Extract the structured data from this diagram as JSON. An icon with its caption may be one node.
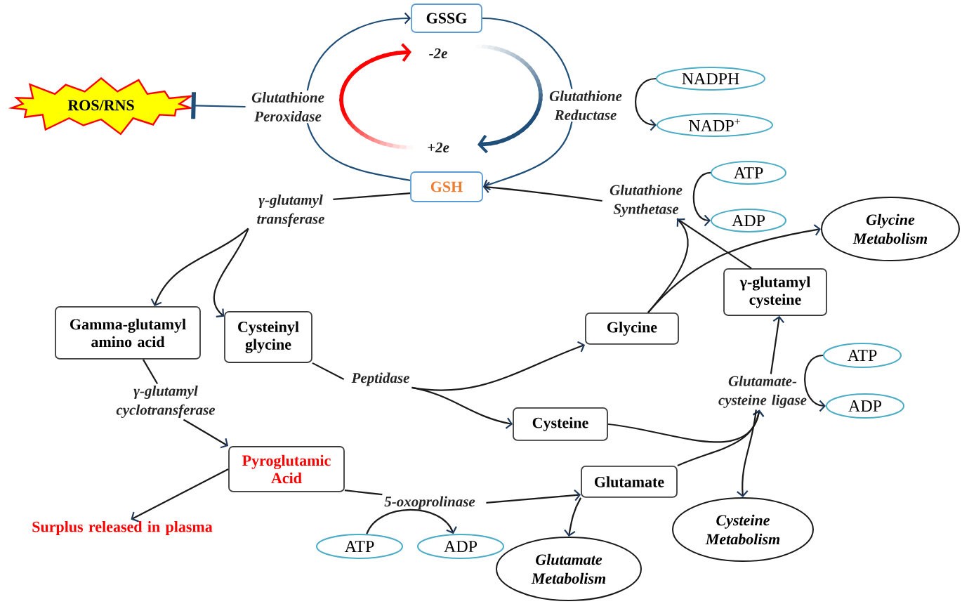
{
  "diagram": {
    "nodes": [
      {
        "text": [
          "GSSG"
        ]
      },
      {
        "text": [
          "ROS/RNS"
        ]
      },
      {
        "text": [
          "Glutathione Peroxidase"
        ]
      },
      {
        "text": [
          "Glutathione Reductase"
        ]
      },
      {
        "text": [
          "NADPH"
        ]
      },
      {
        "text": [
          "NADP$^{+}$"
        ]
      },
      {
        "text": [
          "GSH"
        ]
      },
      {
        "text": [
          "ATP"
        ]
      },
      {
        "text": [
          "ADP"
        ]
      },
      {
        "text": [
          "Glutathione Synthetase"
        ]
      },
      {
        "text": [
          "Glycine Metabolism"
        ]
      },
      {
        "text": [
          "γ-glutamyl transferase"
        ]
      },
      {
        "text": [
          "γ-glutamyl cysteine"
        ]
      },
      {
        "text": [
          "Gamma-glutamyl amino acid"
        ]
      },
      {
        "text": [
          "Cysteinyl glycine"
        ]
      },
      {
        "text": [
          "Glycine"
        ]
      },
      {
        "text": [
          "ATP"
        ]
      },
      {
        "text": [
          "Glutamate- cysteine ligase"
        ]
      },
      {
        "text": [
          "ADP"
        ]
      },
      {
        "text": [
          "Peptidase"
        ]
      },
      {
        "text": [
          "γ-glutamyl cyclotransferase"
        ]
      },
      {
        "text": [
          "Cysteine"
        ]
      },
      {
        "text": [
          "Pyroglutamic Acid"
        ]
      },
      {
        "text": [
          "Glutamate"
        ]
      },
      {
        "text": [
          "5-oxoprolinase"
        ]
      },
      {
        "text": [
          "Surplus released in plasma"
        ]
      },
      {
        "text": [
          "Cysteine Metabolism"
        ]
      },
      {
        "text": [
          "ATP"
        ]
      },
      {
        "text": [
          "ADP"
        ]
      },
      {
        "text": [
          "Glutamate Metabolism"
        ]
      }
    ],
    "edges": [
      {
        "from": 6,
        "to": 2,
        "arrow": "none",
        "color": "#1f4e79"
      },
      {
        "from": 2,
        "to": 0,
        "arrow": "to",
        "color": "#1f4e79"
      },
      {
        "from": 0,
        "to": 3,
        "arrow": "none",
        "color": "#1f4e79"
      },
      {
        "from": 3,
        "to": 6,
        "arrow": "to",
        "color": "#1f4e79"
      },
      {
        "from": 2,
        "to": 1,
        "arrow": "other",
        "color": "#1f4e79"
      },
      {
        "from": 4,
        "to": 5,
        "arrow": "to"
      },
      {
        "from": 9,
        "to": 6,
        "arrow": "to"
      },
      {
        "from": 7,
        "to": 8,
        "arrow": "to"
      },
      {
        "from": 12,
        "to": 9,
        "arrow": "none"
      },
      {
        "from": 15,
        "to": 9,
        "arrow": "to"
      },
      {
        "from": 15,
        "to": 10,
        "arrow": "to"
      },
      {
        "from": 6,
        "to": 11,
        "arrow": "none"
      },
      {
        "from": 11,
        "to": 13,
        "arrow": "to"
      },
      {
        "from": 11,
        "to": 14,
        "arrow": "to"
      },
      {
        "from": 13,
        "to": 20,
        "arrow": "none"
      },
      {
        "from": 20,
        "to": 22,
        "arrow": "to"
      },
      {
        "from": 22,
        "to": 25,
        "arrow": "to"
      },
      {
        "from": 22,
        "to": 24,
        "arrow": "none"
      },
      {
        "from": 24,
        "to": 23,
        "arrow": "to"
      },
      {
        "from": 27,
        "to": 28,
        "arrow": "to"
      },
      {
        "from": 23,
        "to": 29,
        "arrow": "to"
      },
      {
        "from": 14,
        "to": 19,
        "arrow": "none"
      },
      {
        "from": 19,
        "to": 15,
        "arrow": "to"
      },
      {
        "from": 19,
        "to": 21,
        "arrow": "to"
      },
      {
        "from": 21,
        "to": 17,
        "arrow": "to"
      },
      {
        "from": 23,
        "to": 17,
        "arrow": "to"
      },
      {
        "from": 17,
        "to": 26,
        "arrow": "to"
      },
      {
        "from": 17,
        "to": 12,
        "arrow": "to"
      },
      {
        "from": 16,
        "to": 18,
        "arrow": "to"
      }
    ],
    "labels": [
      "-2e",
      "+2e"
    ]
  }
}
